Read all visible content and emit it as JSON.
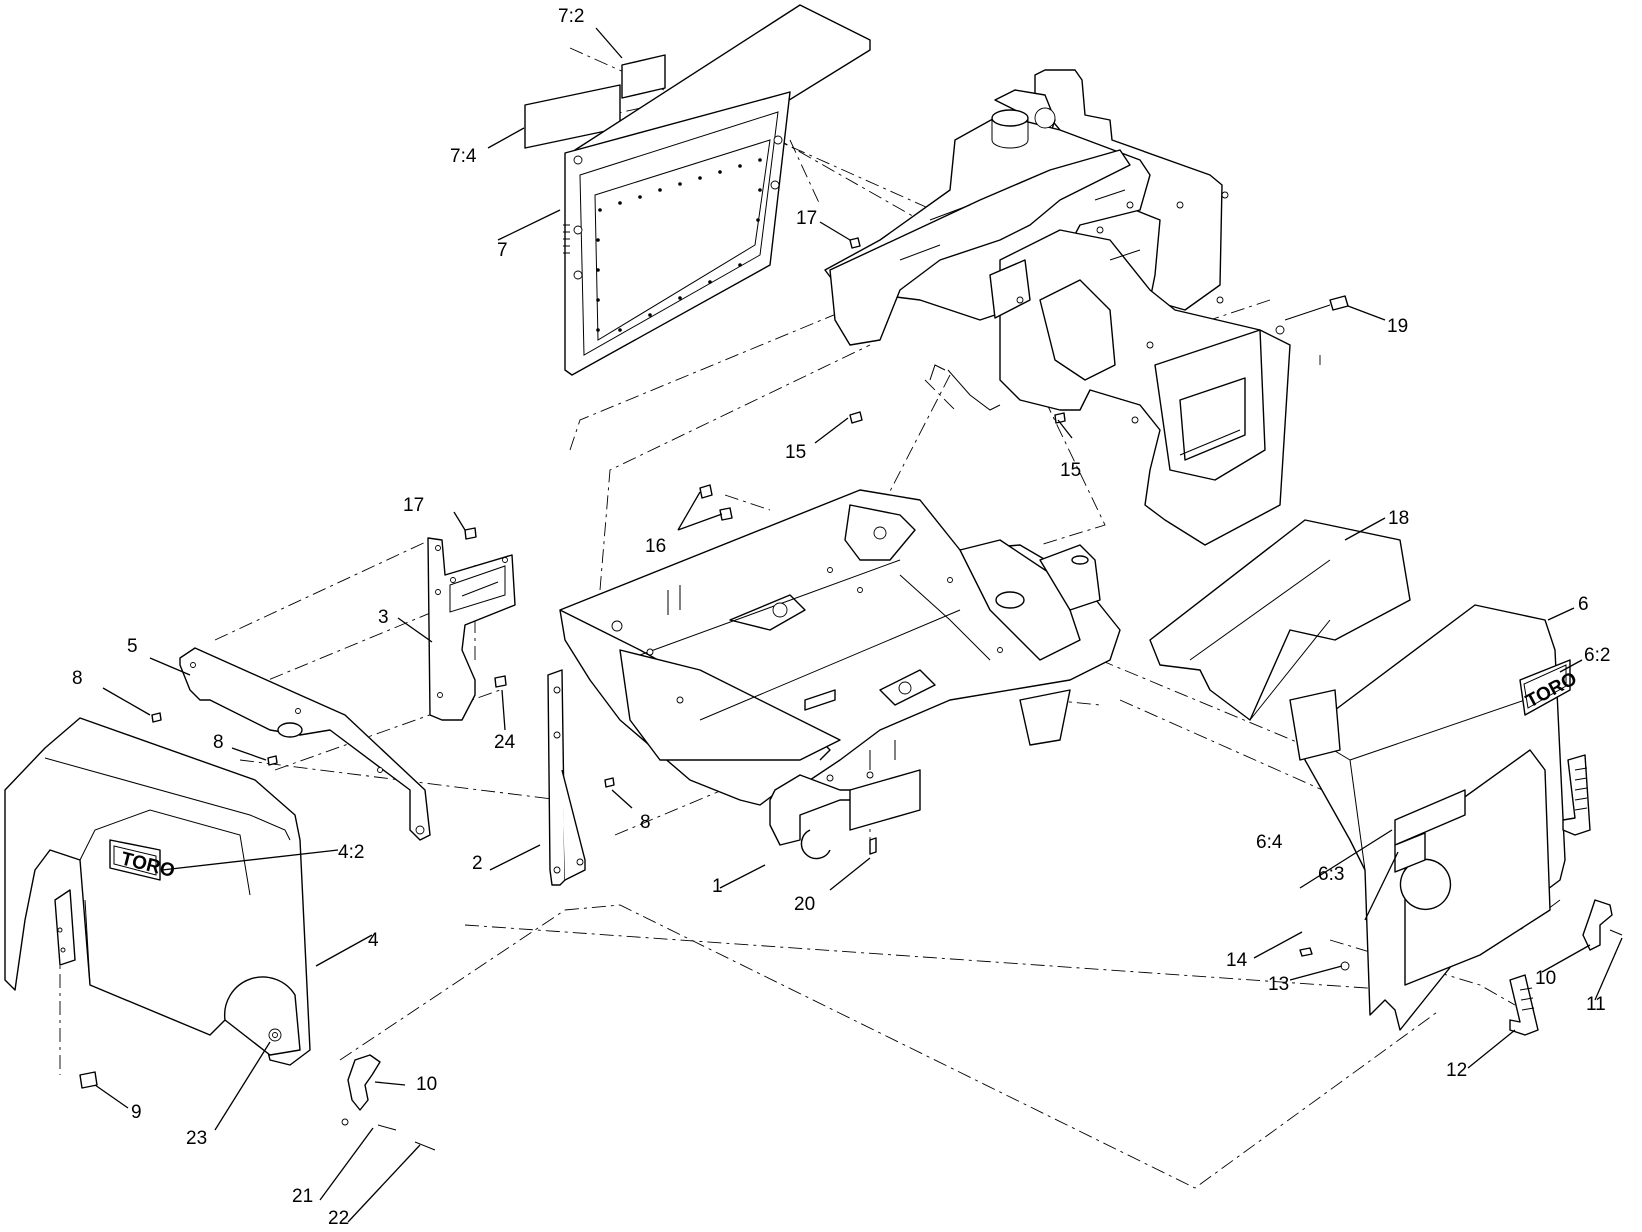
{
  "callouts": {
    "c1": "1",
    "c2": "2",
    "c3": "3",
    "c4": "4",
    "c4_2": "4:2",
    "c5": "5",
    "c6": "6",
    "c6_2": "6:2",
    "c6_3": "6:3",
    "c6_4": "6:4",
    "c7": "7",
    "c7_2": "7:2",
    "c7_4": "7:4",
    "c8a": "8",
    "c8b": "8",
    "c8c": "8",
    "c9": "9",
    "c10a": "10",
    "c10b": "10",
    "c11": "11",
    "c12": "12",
    "c13": "13",
    "c14": "14",
    "c15a": "15",
    "c15b": "15",
    "c16": "16",
    "c17a": "17",
    "c17b": "17",
    "c18": "18",
    "c19": "19",
    "c20": "20",
    "c21": "21",
    "c22": "22",
    "c23": "23",
    "c24": "24"
  },
  "logos": {
    "left_cover": "TORO",
    "right_cover": "TORO"
  }
}
